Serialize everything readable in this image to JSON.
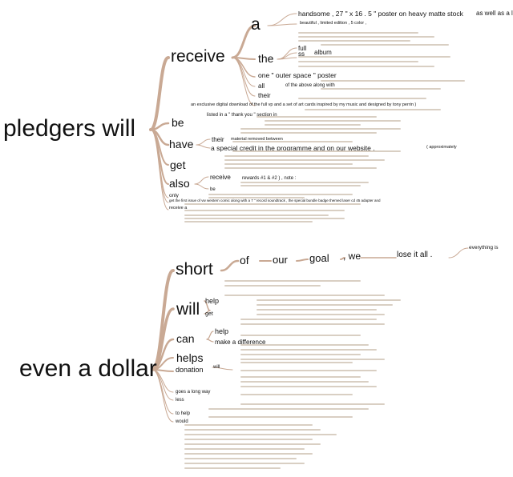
{
  "trees": [
    {
      "root": "pledgers will",
      "branches": [
        {
          "label": "receive",
          "children": [
            {
              "label": "a",
              "children": [
                "handsome , 27 \" x 16 . 5 \" poster on heavy matte stock",
                "as well as a li",
                "beautiful , limited edition , 5 color ,"
              ]
            },
            {
              "label": "the",
              "children": [
                "full",
                "album",
                "ss"
              ]
            },
            {
              "label": "one \" outer space \" poster",
              "children": []
            },
            {
              "label": "all",
              "children": [
                "of the above along with"
              ]
            },
            {
              "label": "their",
              "children": []
            },
            {
              "label": "an exclusive digital download of the full vp and a set of art cards inspired by my music and designed by tony perrin )",
              "children": []
            }
          ]
        },
        {
          "label": "be",
          "children": [
            {
              "label": "listed in a \" thank you \" section in",
              "children": []
            }
          ]
        },
        {
          "label": "have",
          "children": [
            {
              "label": "their",
              "children": [
                "material removed between"
              ]
            },
            {
              "label": "a special credit in the programme and on our website .",
              "children": [
                "( approximately"
              ]
            }
          ]
        },
        {
          "label": "get",
          "children": []
        },
        {
          "label": "also",
          "children": [
            {
              "label": "receive",
              "children": [
                "rewards #1 & #2 ) , note :"
              ]
            },
            {
              "label": "be",
              "children": []
            }
          ]
        },
        {
          "label": "only",
          "children": []
        },
        {
          "label": "get the first issue of vw western comic along with a 7 \" record soundtrack , the special bundle badge themed laser cd 45 adapter and",
          "children": []
        },
        {
          "label": "receive a",
          "children": []
        }
      ]
    },
    {
      "root": "even a dollar",
      "branches": [
        {
          "label": "short",
          "children": [
            {
              "label": "of",
              "children": [
                "our",
                "goal",
                ", we",
                "lose it all .",
                "everything is"
              ]
            }
          ]
        },
        {
          "label": "will",
          "children": [
            {
              "label": "help",
              "children": []
            },
            {
              "label": "get",
              "children": []
            }
          ]
        },
        {
          "label": "can",
          "children": [
            {
              "label": "help",
              "children": []
            },
            {
              "label": "make a difference",
              "children": []
            }
          ]
        },
        {
          "label": "helps",
          "children": []
        },
        {
          "label": "donation",
          "children": [
            {
              "label": "will",
              "children": []
            }
          ]
        },
        {
          "label": "goes a long way",
          "children": []
        },
        {
          "label": "less",
          "children": []
        },
        {
          "label": "to help",
          "children": []
        },
        {
          "label": "would",
          "children": []
        }
      ]
    }
  ]
}
